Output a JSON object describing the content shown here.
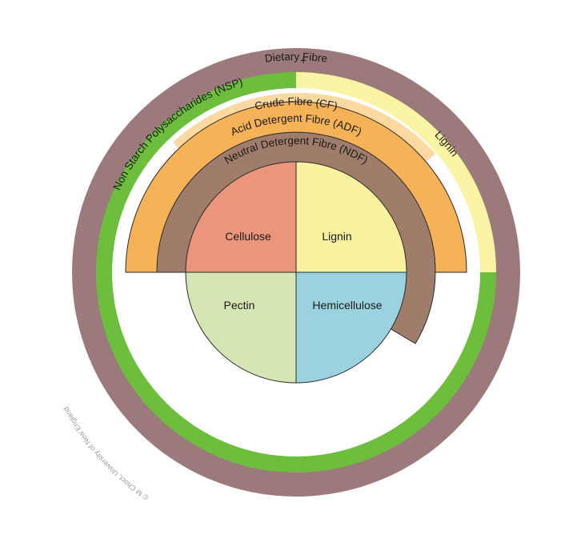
{
  "diagram": {
    "outer_ring_label": "Dietary Fibre",
    "nsp_label": "Non Starch Polysaccharides (NSP)",
    "plus_sign": "+",
    "lignin_ring_label": "Lignin",
    "crude_fibre_label": "Crude Fibre (CF)",
    "adf_label": "Acid Detergent Fibre (ADF)",
    "ndf_label": "Neutral Detergent Fibre (NDF)",
    "quadrants": {
      "cellulose": "Cellulose",
      "lignin": "Lignin",
      "pectin": "Pectin",
      "hemicellulose": "Hemicellulose"
    },
    "credit": "© M Choct, University of New England"
  },
  "colors": {
    "dietary_fibre": "#9C7A7B",
    "nsp": "#6DBE3C",
    "lignin_band": "#FAF4A4",
    "crude_fibre": "#FCD9A0",
    "adf": "#F5B257",
    "ndf": "#A07C6A",
    "cellulose": "#EB957C",
    "lignin": "#FBF2A0",
    "pectin": "#D5E6B4",
    "hemicellulose": "#9AD2E0"
  }
}
